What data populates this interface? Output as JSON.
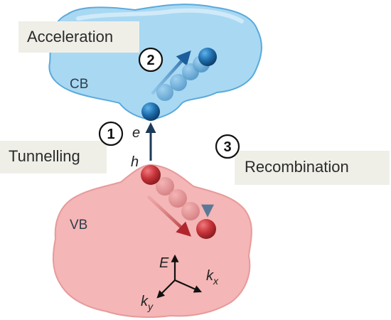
{
  "labels": {
    "acceleration": "Acceleration",
    "tunnelling": "Tunnelling",
    "recombination": "Recombination",
    "cb": "CB",
    "vb": "VB",
    "electron": "e",
    "hole": "h"
  },
  "steps": {
    "one": "1",
    "two": "2",
    "three": "3"
  },
  "axes": {
    "energy": "E",
    "kx_main": "k",
    "kx_sub": "x",
    "ky_main": "k",
    "ky_sub": "y"
  },
  "colors": {
    "conduction_band_fill": "#a9d8f2",
    "conduction_band_stroke": "#5aa9dc",
    "valence_band_fill": "#f4b6b6",
    "valence_band_stroke": "#e79a9a",
    "electron": "#1f6fae",
    "hole": "#c7343a",
    "label_background": "#efefe8"
  }
}
